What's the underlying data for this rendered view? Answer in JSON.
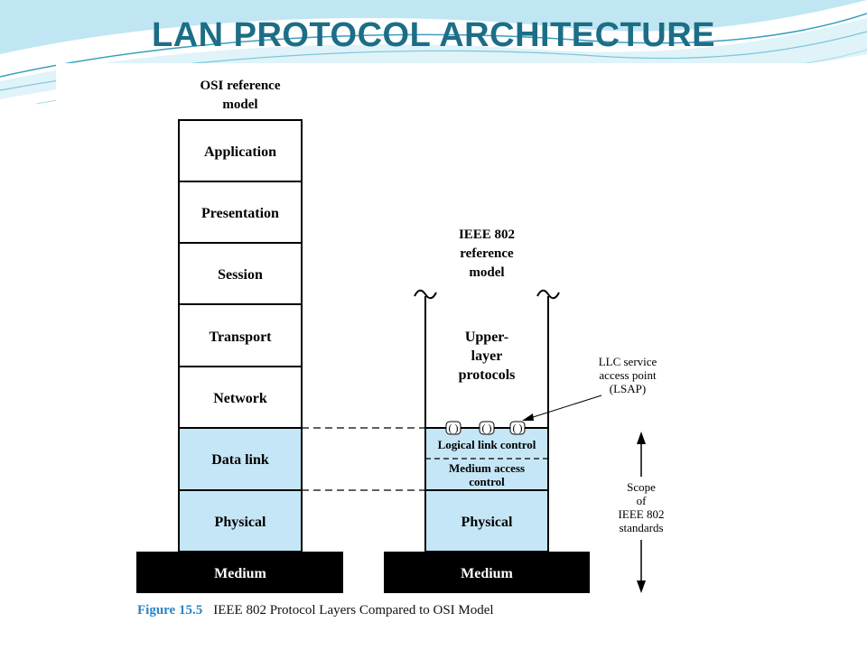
{
  "title": "LAN PROTOCOL ARCHITECTURE",
  "osi": {
    "heading_lines": [
      "OSI reference",
      "model"
    ],
    "layers": [
      "Application",
      "Presentation",
      "Session",
      "Transport",
      "Network",
      "Data link",
      "Physical"
    ],
    "medium": "Medium"
  },
  "ieee": {
    "heading_lines": [
      "IEEE 802",
      "reference",
      "model"
    ],
    "upper_lines": [
      "Upper-",
      "layer",
      "protocols"
    ],
    "llc_label": "Logical link control",
    "mac_lines": [
      "Medium access",
      "control"
    ],
    "physical": "Physical",
    "medium": "Medium"
  },
  "lsap_lines": [
    "LLC service",
    "access point",
    "(LSAP)"
  ],
  "sap_symbol": "( )",
  "scope_lines": [
    "Scope",
    "of",
    "IEEE 802",
    "standards"
  ],
  "caption": {
    "number": "Figure 15.5",
    "text": "IEEE 802 Protocol Layers Compared to OSI Model"
  },
  "colors": {
    "title": "#1c6e86",
    "highlight": "#c5e6f6",
    "medium": "#000000",
    "caption_number": "#2a84c6"
  }
}
